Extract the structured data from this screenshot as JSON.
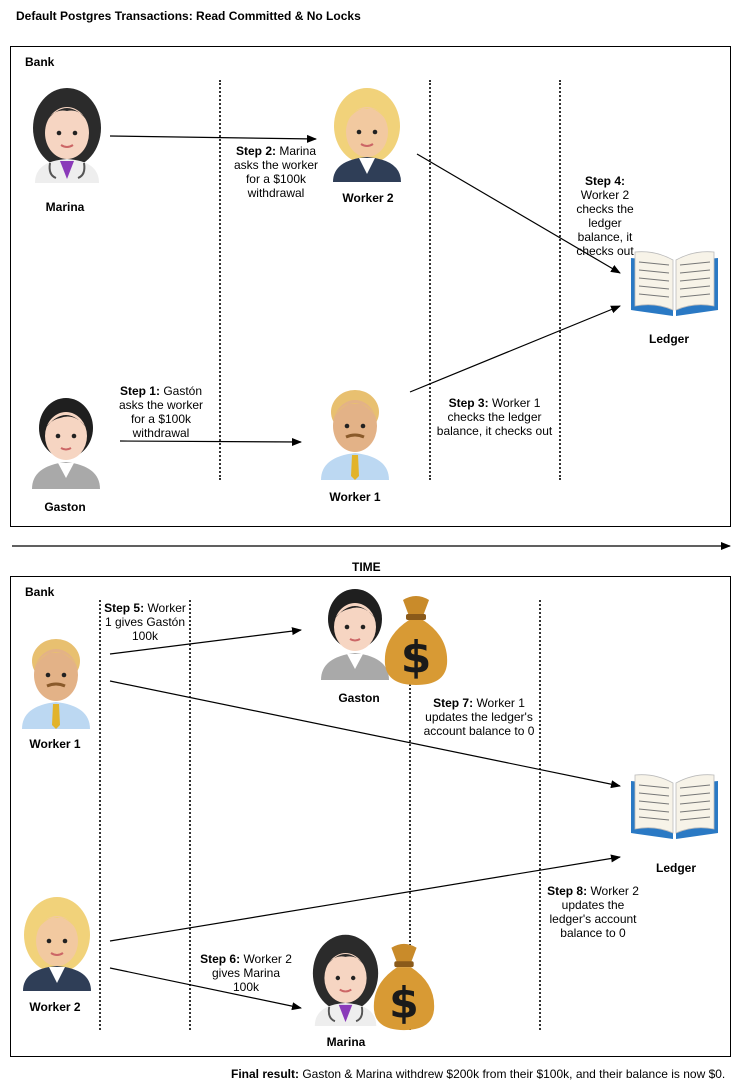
{
  "title": "Default Postgres Transactions: Read Committed & No Locks",
  "time_label": "TIME",
  "top_panel": {
    "label": "Bank",
    "people": {
      "marina": "Marina",
      "worker2": "Worker 2",
      "ledger": "Ledger",
      "gaston": "Gaston",
      "worker1": "Worker 1"
    },
    "steps": {
      "step1": {
        "bold": "Step 1:",
        "text": " Gastón asks the worker for a $100k withdrawal"
      },
      "step2": {
        "bold": "Step 2:",
        "text": " Marina asks the worker for a $100k withdrawal"
      },
      "step3": {
        "bold": "Step 3:",
        "text": " Worker 1 checks the ledger balance, it checks out"
      },
      "step4": {
        "bold": "Step 4:",
        "text": " Worker 2 checks the ledger balance, it checks out"
      }
    }
  },
  "bottom_panel": {
    "label": "Bank",
    "people": {
      "worker1": "Worker 1",
      "gaston": "Gaston",
      "ledger": "Ledger",
      "worker2": "Worker 2",
      "marina": "Marina"
    },
    "steps": {
      "step5": {
        "bold": "Step 5:",
        "text": " Worker 1 gives Gastón 100k"
      },
      "step6": {
        "bold": "Step 6:",
        "text": " Worker 2 gives Marina 100k"
      },
      "step7": {
        "bold": "Step 7:",
        "text": " Worker 1 updates the ledger's account balance to 0"
      },
      "step8": {
        "bold": "Step 8:",
        "text": " Worker 2 updates the ledger's account balance to 0"
      }
    }
  },
  "final": {
    "bold": "Final result:",
    "text": " Gaston & Marina withdrew $200k from their $100k, and their balance is now $0."
  },
  "icons": {
    "marina": "woman-health-worker-icon",
    "worker2": "blond-woman-worker-icon",
    "gaston": "person-icon",
    "worker1": "blond-man-worker-icon",
    "ledger": "open-book-icon",
    "money": "money-bag-icon"
  }
}
